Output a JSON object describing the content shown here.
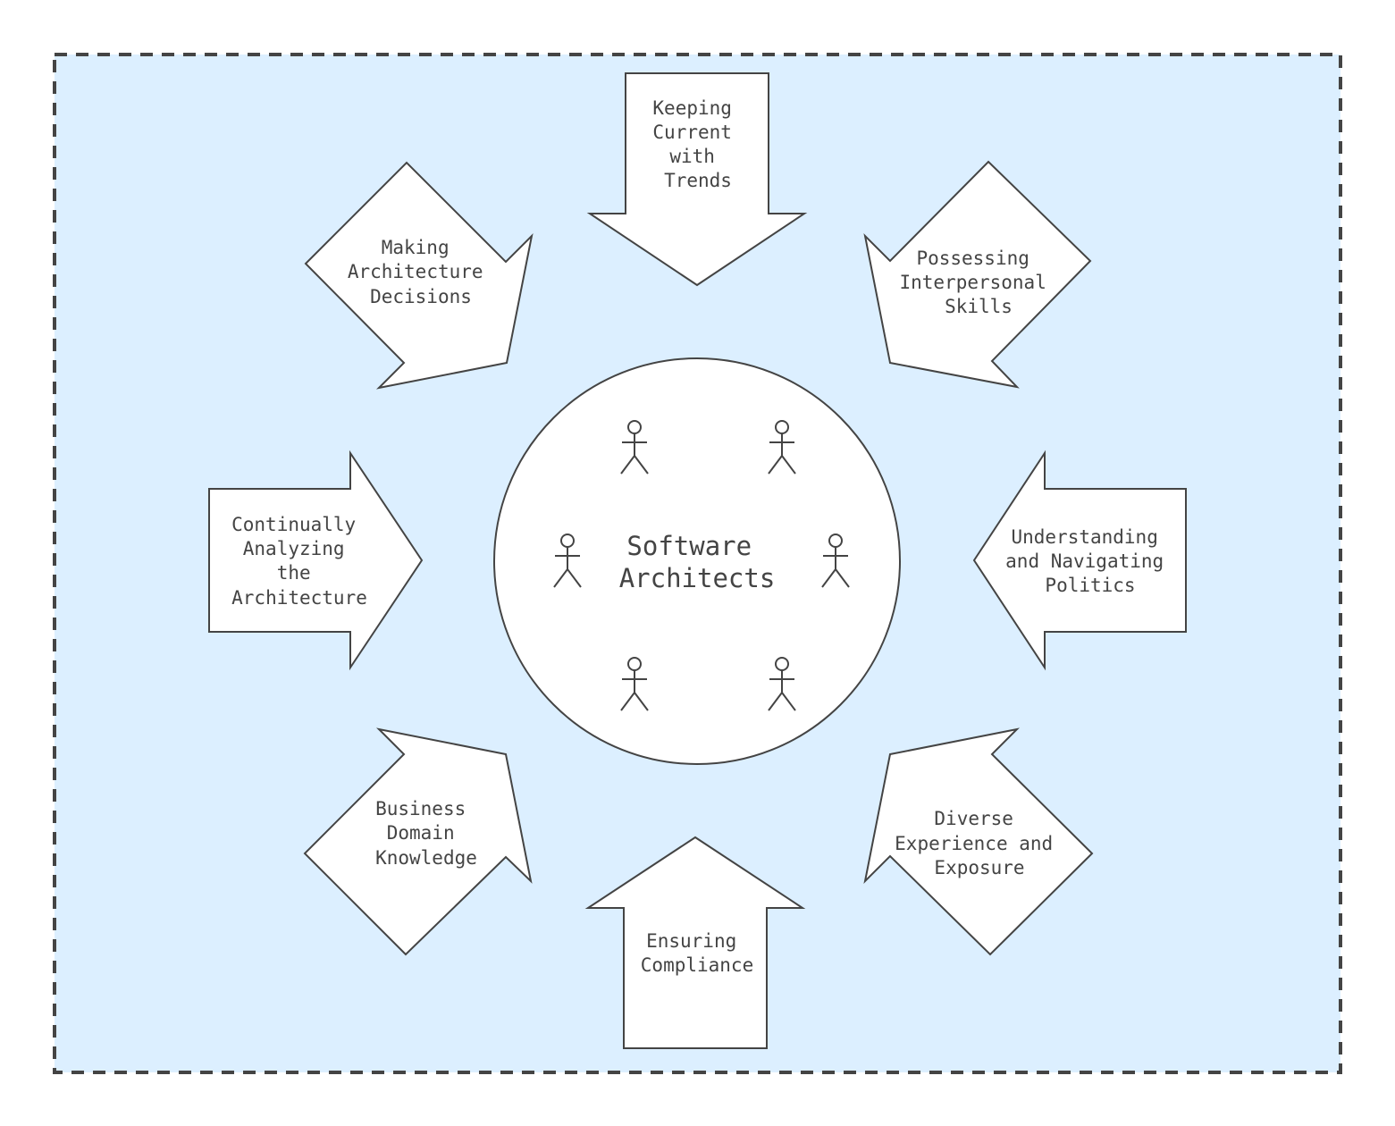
{
  "diagram": {
    "center": {
      "lines": [
        "Software",
        "Architects"
      ]
    },
    "people": [
      {
        "icon": "person-icon"
      },
      {
        "icon": "person-icon"
      },
      {
        "icon": "person-icon"
      },
      {
        "icon": "person-icon"
      },
      {
        "icon": "person-icon"
      },
      {
        "icon": "person-icon"
      }
    ],
    "arrows": [
      {
        "id": "keeping-current",
        "lines": [
          "Keeping",
          "Current",
          "with",
          "Trends"
        ]
      },
      {
        "id": "interpersonal-skills",
        "lines": [
          "Possessing",
          "Interpersonal",
          "Skills"
        ]
      },
      {
        "id": "navigating-politics",
        "lines": [
          "Understanding",
          "and Navigating",
          "Politics"
        ]
      },
      {
        "id": "diverse-experience",
        "lines": [
          "Diverse",
          "Experience and",
          "Exposure"
        ]
      },
      {
        "id": "ensuring-compliance",
        "lines": [
          "Ensuring",
          "Compliance"
        ]
      },
      {
        "id": "business-domain",
        "lines": [
          "Business",
          "Domain",
          "Knowledge"
        ]
      },
      {
        "id": "analyzing-architecture",
        "lines": [
          "Continually",
          "Analyzing",
          "the",
          "Architecture"
        ]
      },
      {
        "id": "architecture-decisions",
        "lines": [
          "Making",
          "Architecture",
          "Decisions"
        ]
      }
    ]
  }
}
